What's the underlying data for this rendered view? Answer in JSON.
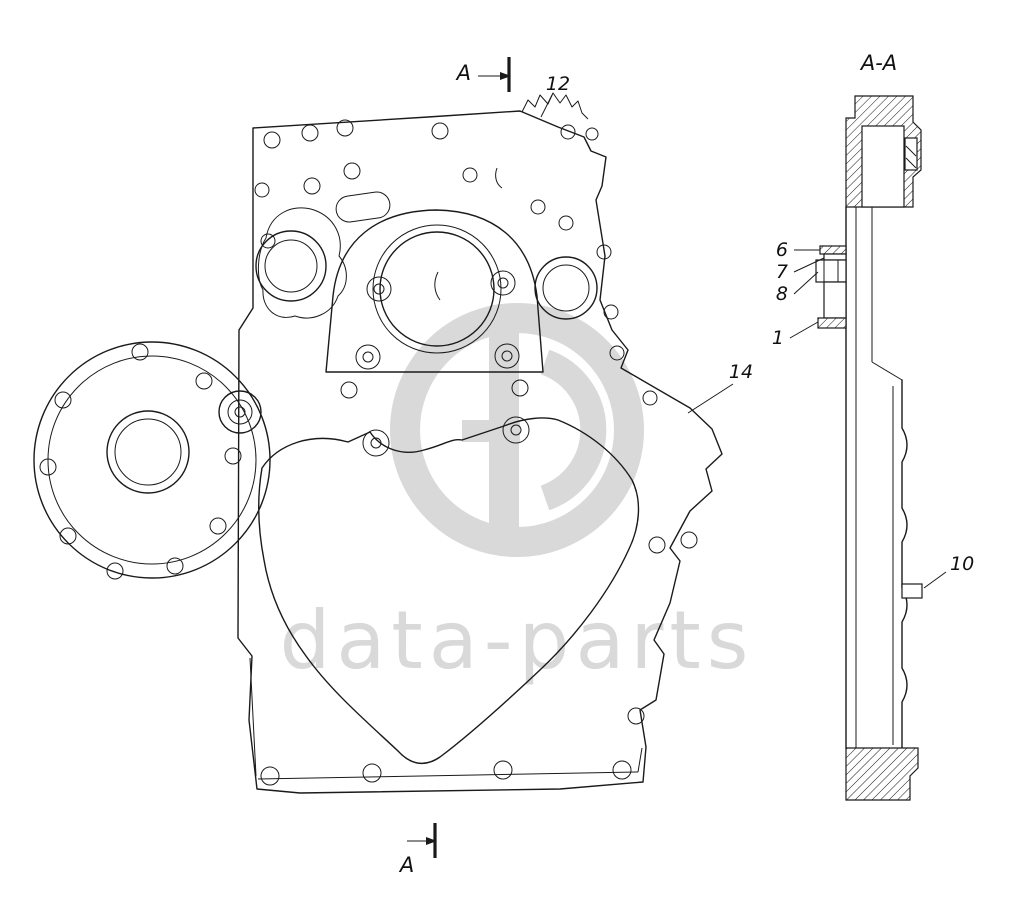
{
  "watermark": {
    "text": "data-parts",
    "color": "#d9d9d9"
  },
  "section_markers": {
    "top": "A",
    "bottom": "A",
    "view_title": "A-A"
  },
  "callouts": {
    "c12": "12",
    "c14": "14",
    "c6": "6",
    "c7": "7",
    "c8": "8",
    "c1": "1",
    "c10": "10"
  },
  "colors": {
    "line": "#1a1a1a",
    "background": "#ffffff",
    "watermark": "#d9d9d9"
  }
}
